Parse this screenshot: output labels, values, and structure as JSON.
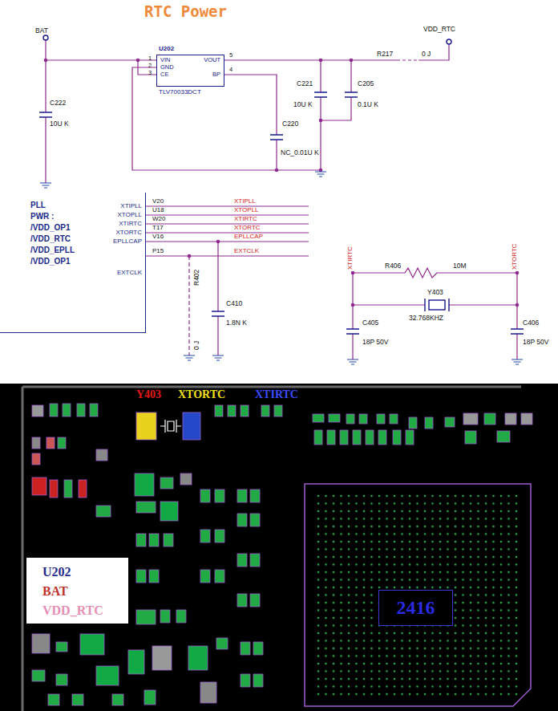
{
  "diagram": {
    "title": "RTC Power",
    "nodes": [
      {
        "text": [
          "U202",
          "VIN",
          "GND",
          "CE",
          "VOUT",
          "BP",
          "TLV70033DCT"
        ]
      },
      {
        "text": [
          "XTIPLL",
          "XTOPLL",
          "XTIRTC",
          "XTORTC",
          "EPLLCAP",
          "EXTCLK"
        ]
      },
      {
        "text": [
          "U202",
          "BAT",
          "VDD_RTC"
        ]
      },
      {
        "text": [
          "2416"
        ]
      }
    ],
    "labels": [
      "BAT",
      "VDD_RTC",
      "1",
      "2",
      "3",
      "5",
      "4",
      "C222",
      "10U K",
      "C221",
      "10U K",
      "C205",
      "0.1U K",
      "R217",
      "0 J",
      "C220",
      "NC_0.01U K",
      "PLL",
      "PWR :",
      "/VDD_OP1",
      "/VDD_RTC",
      "/VDD_EPLL",
      "/VDD_OP1",
      "V20",
      "U18",
      "W20",
      "T17",
      "V16",
      "P15",
      "XTIPLL",
      "XTOPLL",
      "XTIRTC",
      "XTORTC",
      "EPLLCAP",
      "EXTCLK",
      "R402",
      "0 J",
      "C410",
      "1.8N K",
      "XTIRTC",
      "XTORTC",
      "R406",
      "10M",
      "Y403",
      "32.768KHZ",
      "C405",
      "18P 50V",
      "C406",
      "18P 50V",
      "Y403",
      "XTORTC",
      "XTIRTC"
    ]
  }
}
